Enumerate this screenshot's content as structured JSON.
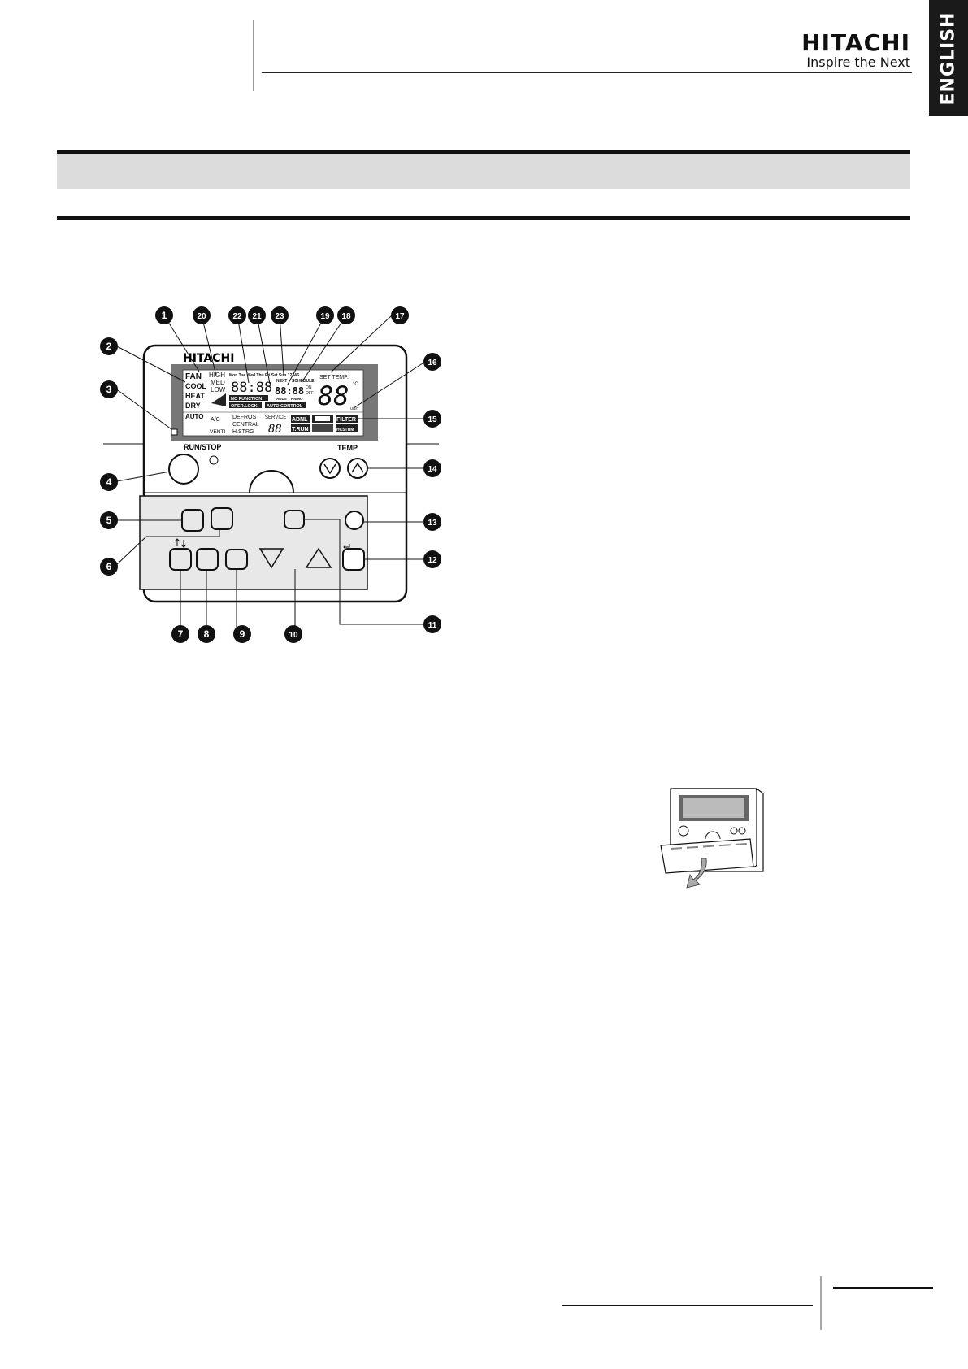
{
  "header": {
    "brand_name": "HITACHI",
    "slogan": "Inspire the Next",
    "language_tab": "ENGLISH"
  },
  "figure": {
    "remote_brand": "HITACHI",
    "callouts": [
      "1",
      "2",
      "3",
      "4",
      "5",
      "6",
      "7",
      "8",
      "9",
      "10",
      "11",
      "12",
      "13",
      "14",
      "15",
      "16",
      "17",
      "18",
      "19",
      "20",
      "21",
      "22",
      "23"
    ],
    "lcd": {
      "modes": [
        "FAN",
        "COOL",
        "HEAT",
        "DRY",
        "AUTO"
      ],
      "fan_speeds": [
        "HIGH",
        "MED",
        "LOW"
      ],
      "days": "Mon Tue Wed Thu Fri Sat Sun 1234S",
      "clock_digits": "88:88",
      "no_function": "NO FUNCTION",
      "oper_lock": "OPER.LOCK",
      "auto_control": "AUTO CONTROL",
      "next": "NEXT",
      "schedule": "SCHEDULE",
      "timer_digits": "88:88",
      "on": "ON",
      "off": "OFF",
      "addr": "ADDS",
      "rnno": "RN/NO",
      "set_temp": "SET TEMP.",
      "temp_digits": "88",
      "degree": "°C",
      "unit": "UNIT",
      "ac": "A/C",
      "vent": "VENTI",
      "defrost": "DEFROST",
      "central": "CENTRAL",
      "hstrg": "H.STRG",
      "service": "SERVICE",
      "service_digits": "88",
      "abnl": "ABNL",
      "trun": "T.RUN",
      "filter": "FILTER",
      "hcsthm": "HCSTHM"
    },
    "run_stop_label": "RUN/STOP",
    "temp_label": "TEMP"
  }
}
